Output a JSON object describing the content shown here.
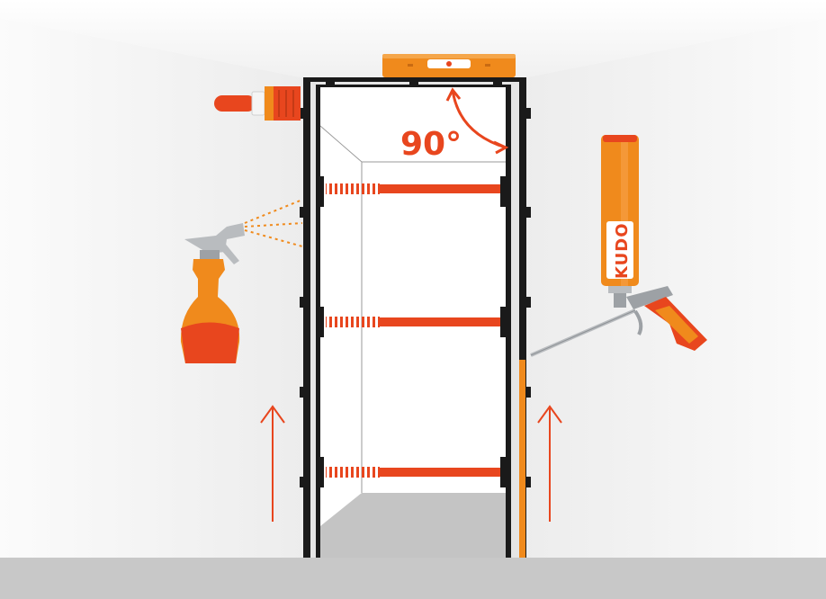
{
  "diagram": {
    "angle_label": "90°",
    "foam_can_brand": "KUDO",
    "brace_count": 3,
    "colors": {
      "accent": "#e8461e",
      "orange": "#f08a1c",
      "frame": "#1a1a1a",
      "floor": "#c8c8c8",
      "wall": "#f3f3f3",
      "tool_grey": "#b9bcbf"
    },
    "icons": [
      "spirit-level-icon",
      "paint-brush-icon",
      "spray-bottle-icon",
      "foam-can-icon",
      "foam-gun-icon",
      "arrow-up-icon"
    ]
  }
}
